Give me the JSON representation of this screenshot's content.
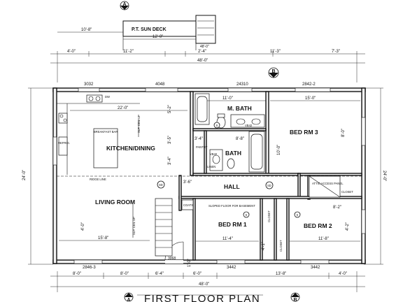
{
  "title": "FIRST FLOOR PLAN",
  "rooms": {
    "sun_deck": "P.T. SUN DECK",
    "m_bath": "M. BATH",
    "bed_rm_3": "BED RM 3",
    "bath": "BATH",
    "kitchen_dining": "KITCHEN/DINING",
    "hall": "HALL",
    "living_room": "LIVING ROOM",
    "bed_rm_1": "BED RM 1",
    "bed_rm_2": "BED RM 2"
  },
  "labels": {
    "pantry": "PANTRY",
    "closet": "CLOSET",
    "breakfast_bar": "BREAKFAST BAR",
    "refrig": "REFRIG.",
    "ridge_line": "RIDGE LINE",
    "coats": "COATS",
    "sloped_floor": "SLOPED FLOOR FOR BASEMENT",
    "attic_access": "ATTIC ACCESS PANEL",
    "vb42": "VB42",
    "slp_ceil_up": "SLP. CEIL UP",
    "sink_dw": "DW",
    "linen": "LINEN"
  },
  "markers": {
    "a_top": "A",
    "b_top": "B",
    "a_bottom": "A",
    "b_bottom": "B",
    "sd1": "SD",
    "sd2": "SD",
    "s1": "S",
    "s2": "S",
    "s3": "S"
  },
  "dims": {
    "deck_width": "10'-8\"",
    "deck_inner": "12'-0\"",
    "deck_small": "48'-0\"",
    "top_a": "4'-0\"",
    "top_b": "11'-2\"",
    "top_c": "2'-4\"",
    "top_d": "11'-3\"",
    "top_e": "7'-3\"",
    "top_f": "48'-0\"",
    "win1": "3032",
    "win2": "4048",
    "win3": "24310",
    "win4": "2842-2",
    "mbath_w": "11'-0\"",
    "bed3_w": "15'-0\"",
    "kitchen_w": "22'-0\"",
    "side_left": "24'-0\"",
    "side_right": "24'-0\"",
    "bath_h": "8'-8\"",
    "pantry_w": "3'-4\"",
    "k_h1": "5'-2\"",
    "k_h2": "3'-5\"",
    "k_h3": "3'-4\"",
    "bed3_h": "8'-0\"",
    "bed3_h2": "10'-0\"",
    "hall_w": "3'-6\"",
    "living_w": "15'-8\"",
    "living_h": "4'-0\"",
    "bed1_w": "11'-4\"",
    "bed2_w": "11'-8\"",
    "bed2_h": "8'-2\"",
    "bed2_h2": "4'-2\"",
    "bot_win1": "2846-3",
    "bot_door": "3068",
    "bot_win2": "3442",
    "bot_win3": "3442",
    "bot_a": "8'-0\"",
    "bot_b": "8'-0\"",
    "bot_c": "6'-4\"",
    "bot_d": "6'-0\"",
    "bot_e": "13'-8\"",
    "bot_f": "4'-0\"",
    "bot_total": "48'-0\"",
    "s_h1": "1'-0\"",
    "s_h2": "4'-1\""
  }
}
